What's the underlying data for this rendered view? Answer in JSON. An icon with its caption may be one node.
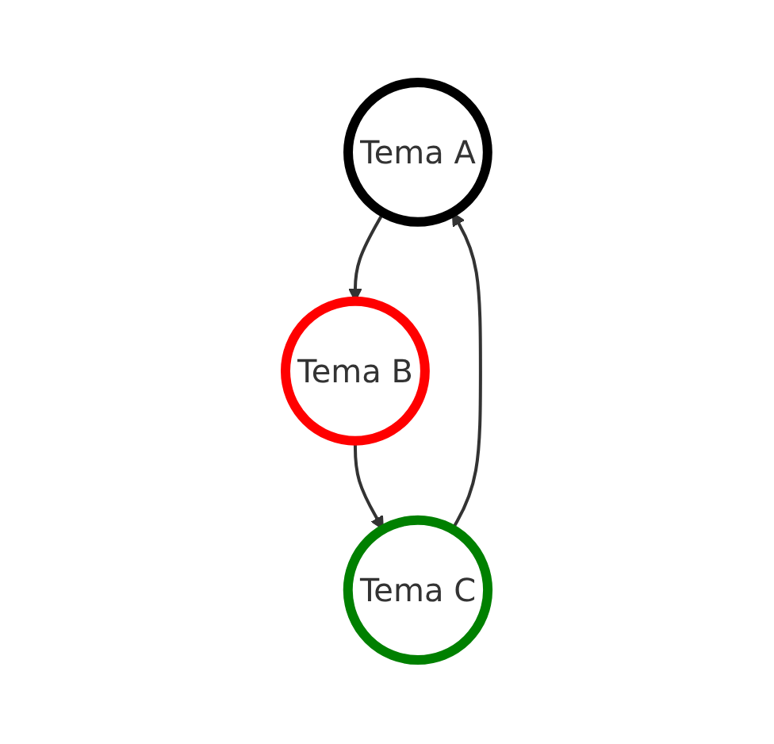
{
  "diagram": {
    "nodes": [
      {
        "text": [
          "Tema A"
        ]
      },
      {
        "text": [
          "Tema B"
        ]
      },
      {
        "text": [
          "Tema C"
        ]
      }
    ],
    "edges": [
      {
        "from": 0,
        "to": 1,
        "arrow": "to"
      },
      {
        "from": 1,
        "to": 2,
        "arrow": "to"
      },
      {
        "from": 2,
        "to": 0,
        "arrow": "to"
      }
    ]
  }
}
